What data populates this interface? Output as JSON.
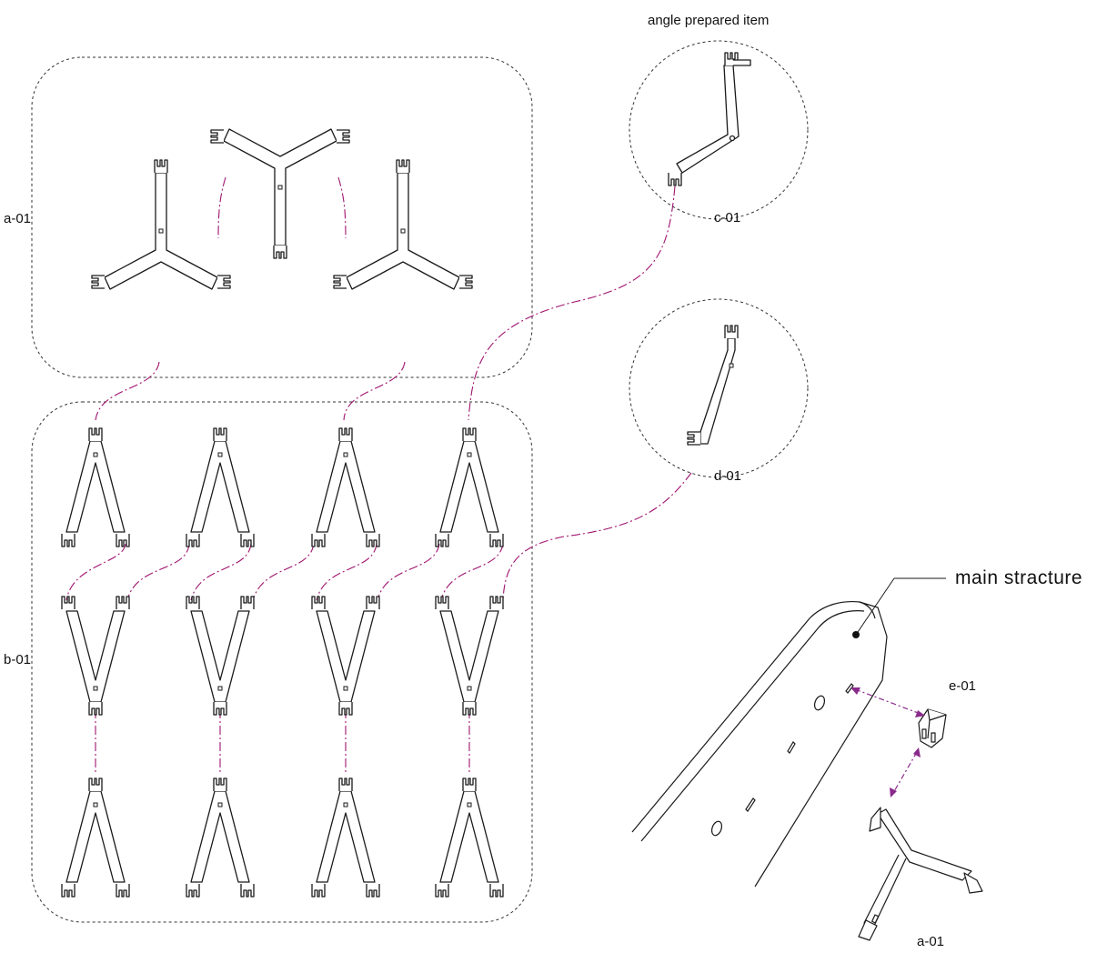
{
  "labels": {
    "a01_group": "a-01",
    "b01_group": "b-01",
    "c01": "c-01",
    "d01": "d-01",
    "e01": "e-01",
    "a01_part": "a-01",
    "angle_prepared": "angle prepared item",
    "main_structure": "main stracture"
  },
  "colors": {
    "outline": "#1a1a1a",
    "connector": "#a0136f",
    "assembly_arrow": "#8a2a8c",
    "boundary": "#333333",
    "background": "#ffffff"
  }
}
